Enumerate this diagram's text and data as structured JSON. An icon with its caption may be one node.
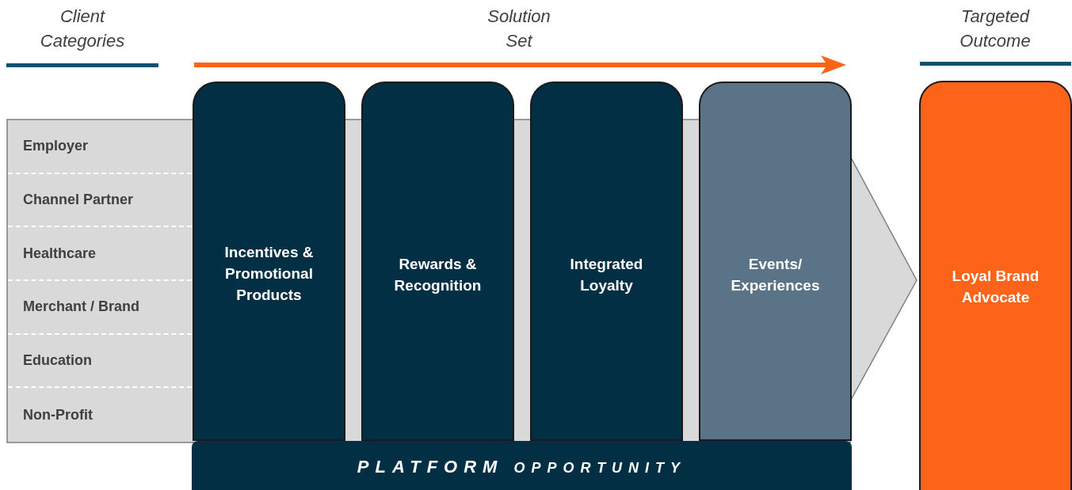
{
  "diagram": {
    "nodes": [
      {
        "text": [],
        "shape": "arrow"
      },
      {
        "text": [
          "Employer"
        ],
        "in": 0
      },
      {
        "text": [
          "Channel Partner"
        ],
        "in": 0
      },
      {
        "text": [
          "Healthcare"
        ],
        "in": 0
      },
      {
        "text": [
          "Merchant / Brand"
        ],
        "in": 0
      },
      {
        "text": [
          "Education"
        ],
        "in": 0
      },
      {
        "text": [
          "Non-Profit"
        ],
        "in": 0
      },
      {
        "text": [
          "Incentives & Promotional Products"
        ]
      },
      {
        "text": [
          "Rewards & Recognition"
        ]
      },
      {
        "text": [
          "Integrated Loyalty"
        ]
      },
      {
        "text": [
          "Events/ Experiences"
        ]
      },
      {
        "text": [
          "PLATFORM OPPORTUNITY"
        ]
      },
      {
        "text": [
          "Loyal Brand Advocate"
        ]
      }
    ],
    "labels": [
      "Client Categories",
      "Solution Set",
      "Targeted Outcome"
    ]
  }
}
